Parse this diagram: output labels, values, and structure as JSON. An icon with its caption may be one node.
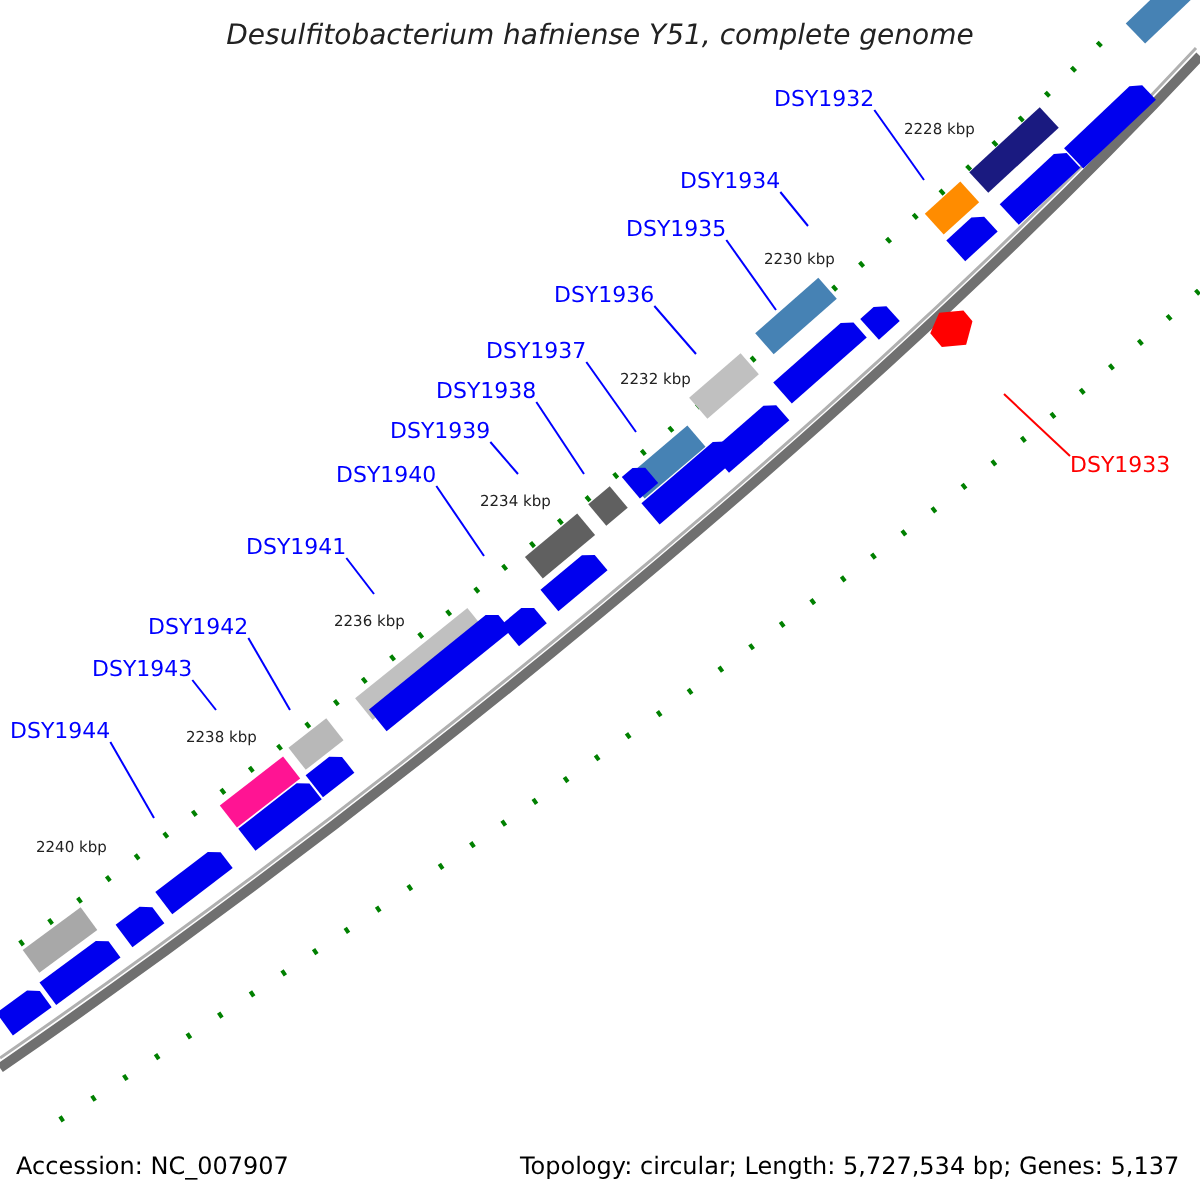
{
  "diagram": {
    "title": "Desulfitobacterium hafniense Y51, complete genome",
    "nodes": [
      {
        "text": [
          "DSY1932"
        ]
      },
      {
        "text": [
          "DSY1934"
        ]
      },
      {
        "text": [
          "DSY1935"
        ]
      },
      {
        "text": [
          "DSY1936"
        ]
      },
      {
        "text": [
          "DSY1937"
        ]
      },
      {
        "text": [
          "DSY1938"
        ]
      },
      {
        "text": [
          "DSY1939"
        ]
      },
      {
        "text": [
          "DSY1940"
        ]
      },
      {
        "text": [
          "DSY1941"
        ]
      },
      {
        "text": [
          "DSY1942"
        ]
      },
      {
        "text": [
          "DSY1943"
        ]
      },
      {
        "text": [
          "DSY1944"
        ]
      },
      {
        "text": [
          "DSY1933"
        ]
      }
    ],
    "edges": [
      {
        "from": 0,
        "to": null,
        "arrow": "none"
      },
      {
        "from": 1,
        "to": null,
        "arrow": "none"
      },
      {
        "from": 2,
        "to": null,
        "arrow": "none"
      },
      {
        "from": 3,
        "to": null,
        "arrow": "none"
      },
      {
        "from": 4,
        "to": null,
        "arrow": "none"
      },
      {
        "from": 5,
        "to": null,
        "arrow": "none"
      },
      {
        "from": 6,
        "to": null,
        "arrow": "none"
      },
      {
        "from": 7,
        "to": null,
        "arrow": "none"
      },
      {
        "from": 8,
        "to": null,
        "arrow": "none"
      },
      {
        "from": 9,
        "to": null,
        "arrow": "none"
      },
      {
        "from": 10,
        "to": null,
        "arrow": "none"
      },
      {
        "from": 11,
        "to": null,
        "arrow": "none"
      },
      {
        "from": 12,
        "to": null,
        "arrow": "none",
        "color": "#ff0000"
      }
    ],
    "labels": [
      "2228 kbp",
      "2230 kbp",
      "2232 kbp",
      "2234 kbp",
      "2236 kbp",
      "2238 kbp",
      "2240 kbp",
      "Accession: NC_007907",
      "Topology: circular; Length: 5,727,534 bp; Genes: 5,137"
    ]
  }
}
